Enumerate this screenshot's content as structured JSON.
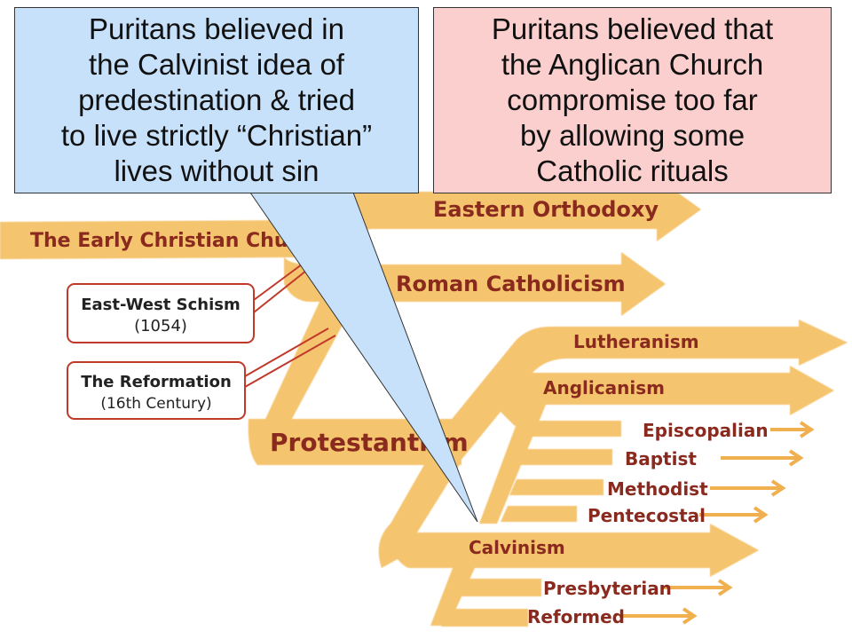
{
  "diagram": {
    "trunk_label": "The Early Christian Church",
    "branches": {
      "eastern": "Eastern Orthodoxy",
      "roman": "Roman Catholicism",
      "protestant": "Protestantism",
      "lutheran": "Lutheranism",
      "anglican": "Anglicanism",
      "episcopalian": "Episcopalian",
      "baptist": "Baptist",
      "methodist": "Methodist",
      "pentecostal": "Pentecostal",
      "calvinism": "Calvinism",
      "presbyterian": "Presbyterian",
      "reformed": "Reformed"
    },
    "notes": {
      "schism_title": "East-West Schism",
      "schism_date": "(1054)",
      "reformation_title": "The Reformation",
      "reformation_date": "(16th Century)"
    },
    "colors": {
      "arrow_fill": "#f5c46e",
      "arrow_shadow": "#e6b05a",
      "label_text": "#8a2a1e",
      "note_border": "#c0392b"
    }
  },
  "callouts": {
    "left": {
      "text": "Puritans believed in\nthe Calvinist idea of\npredestination & tried\nto live strictly “Christian”\nlives without sin",
      "fill": "#c8e1fb"
    },
    "right": {
      "text": "Puritans believed that\nthe Anglican Church\ncompromise too far\nby allowing some\nCatholic rituals",
      "fill": "#fccfcf"
    }
  }
}
